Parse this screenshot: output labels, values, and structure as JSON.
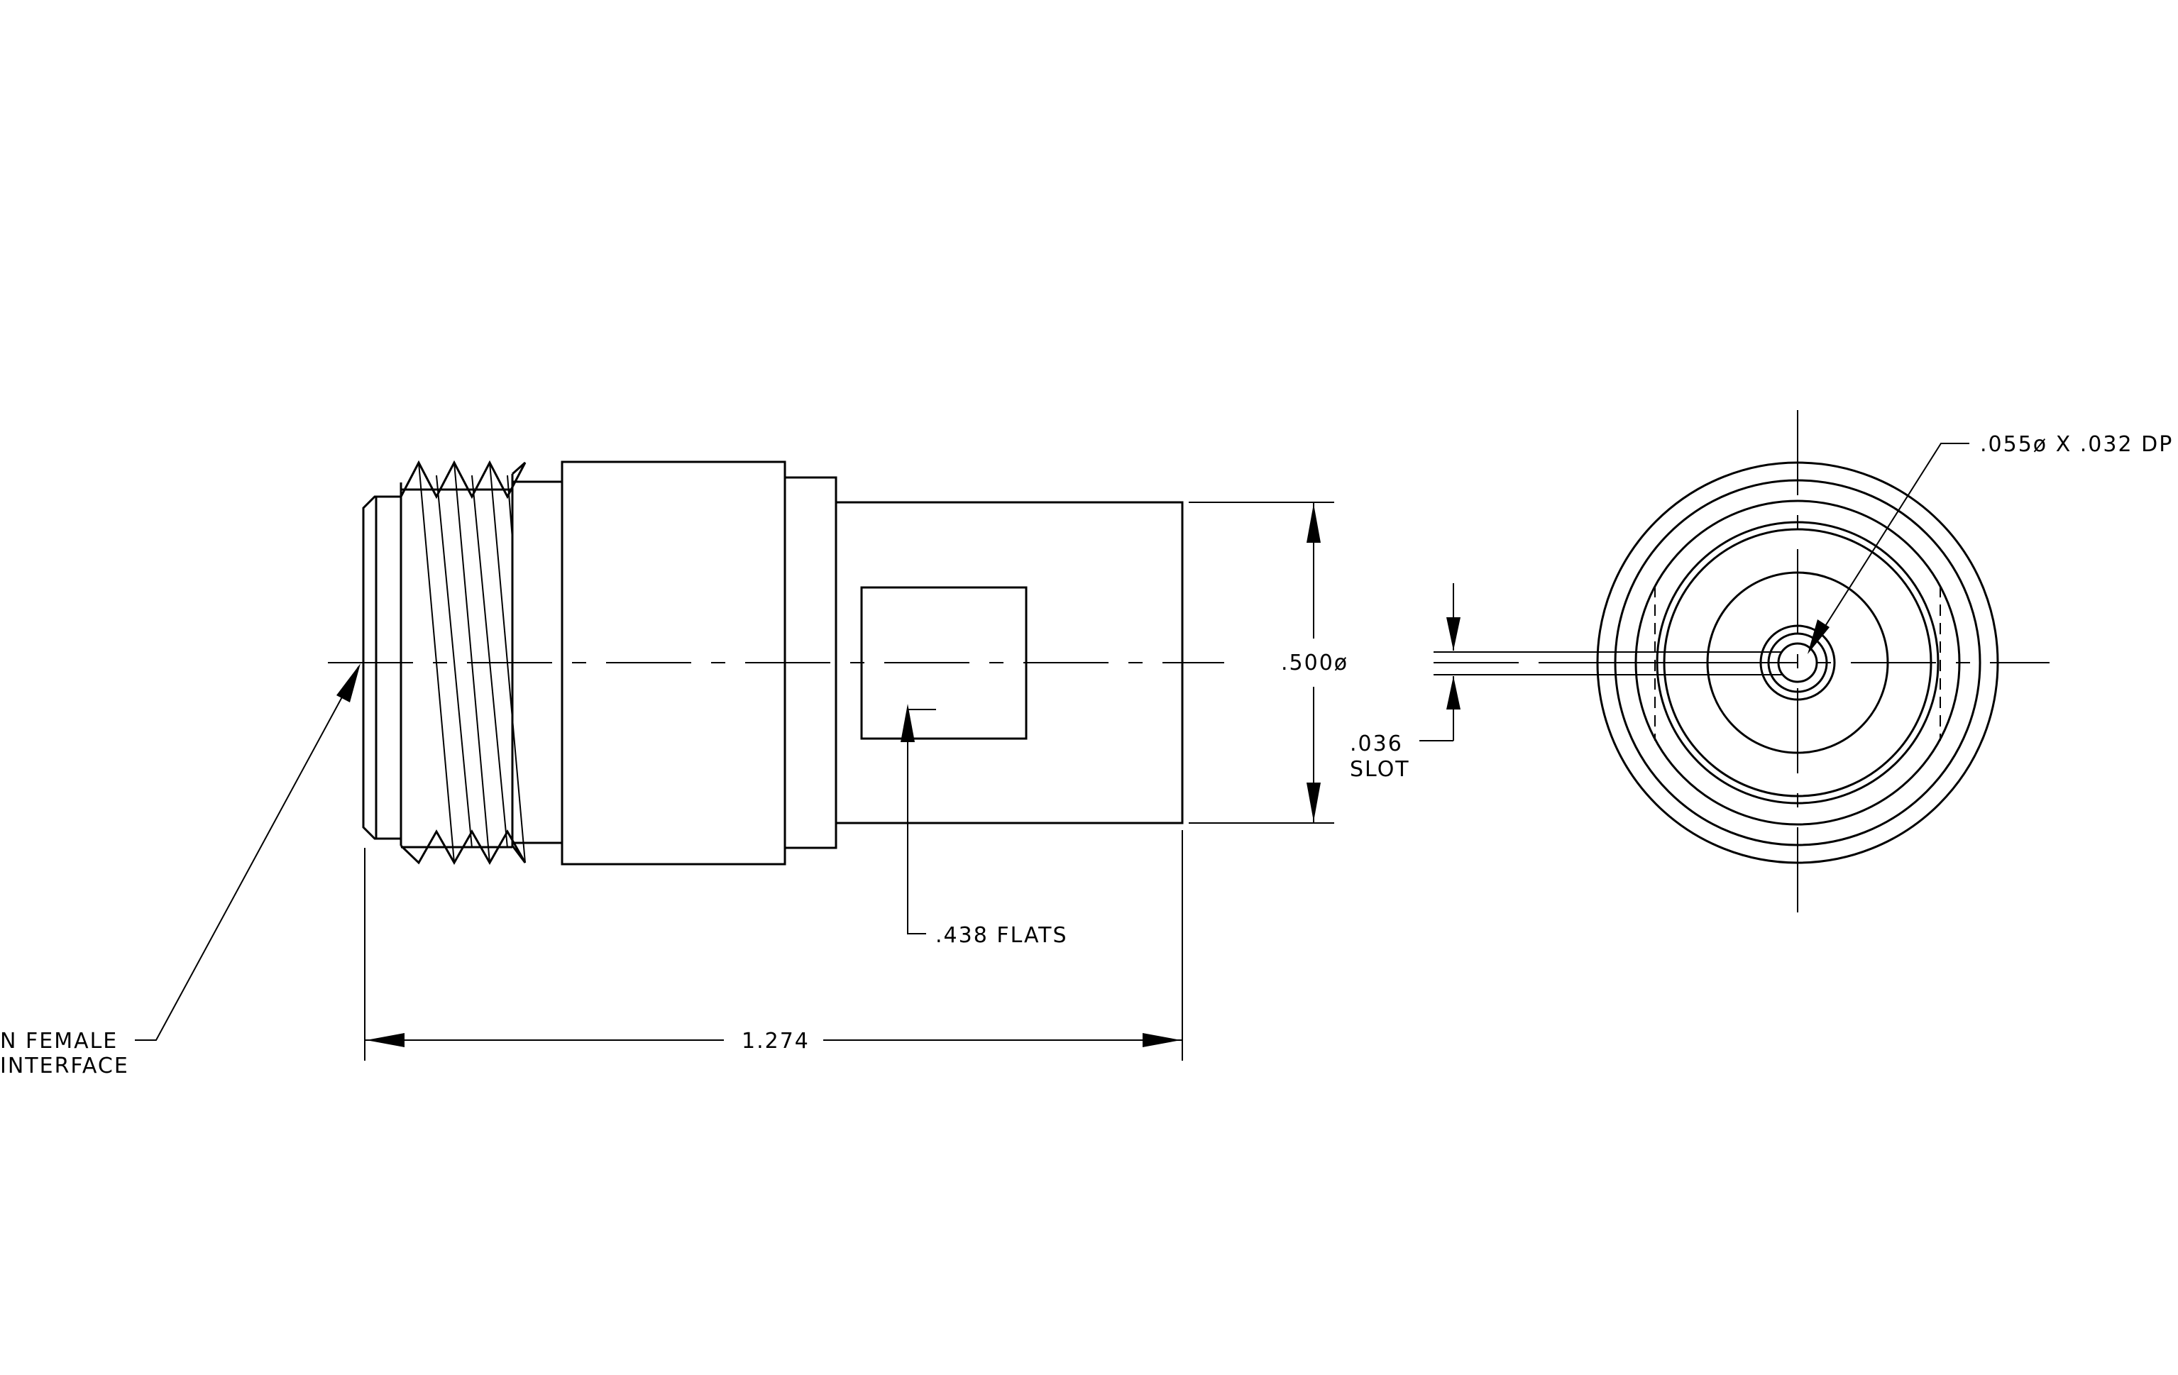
{
  "annotations": {
    "interface_line1": "N FEMALE",
    "interface_line2": "INTERFACE",
    "length": "1.274",
    "flats": ".438 FLATS",
    "diameter": ".500ø",
    "slot_value": ".036",
    "slot_label": "SLOT",
    "drill": ".055ø X .032 DP"
  }
}
